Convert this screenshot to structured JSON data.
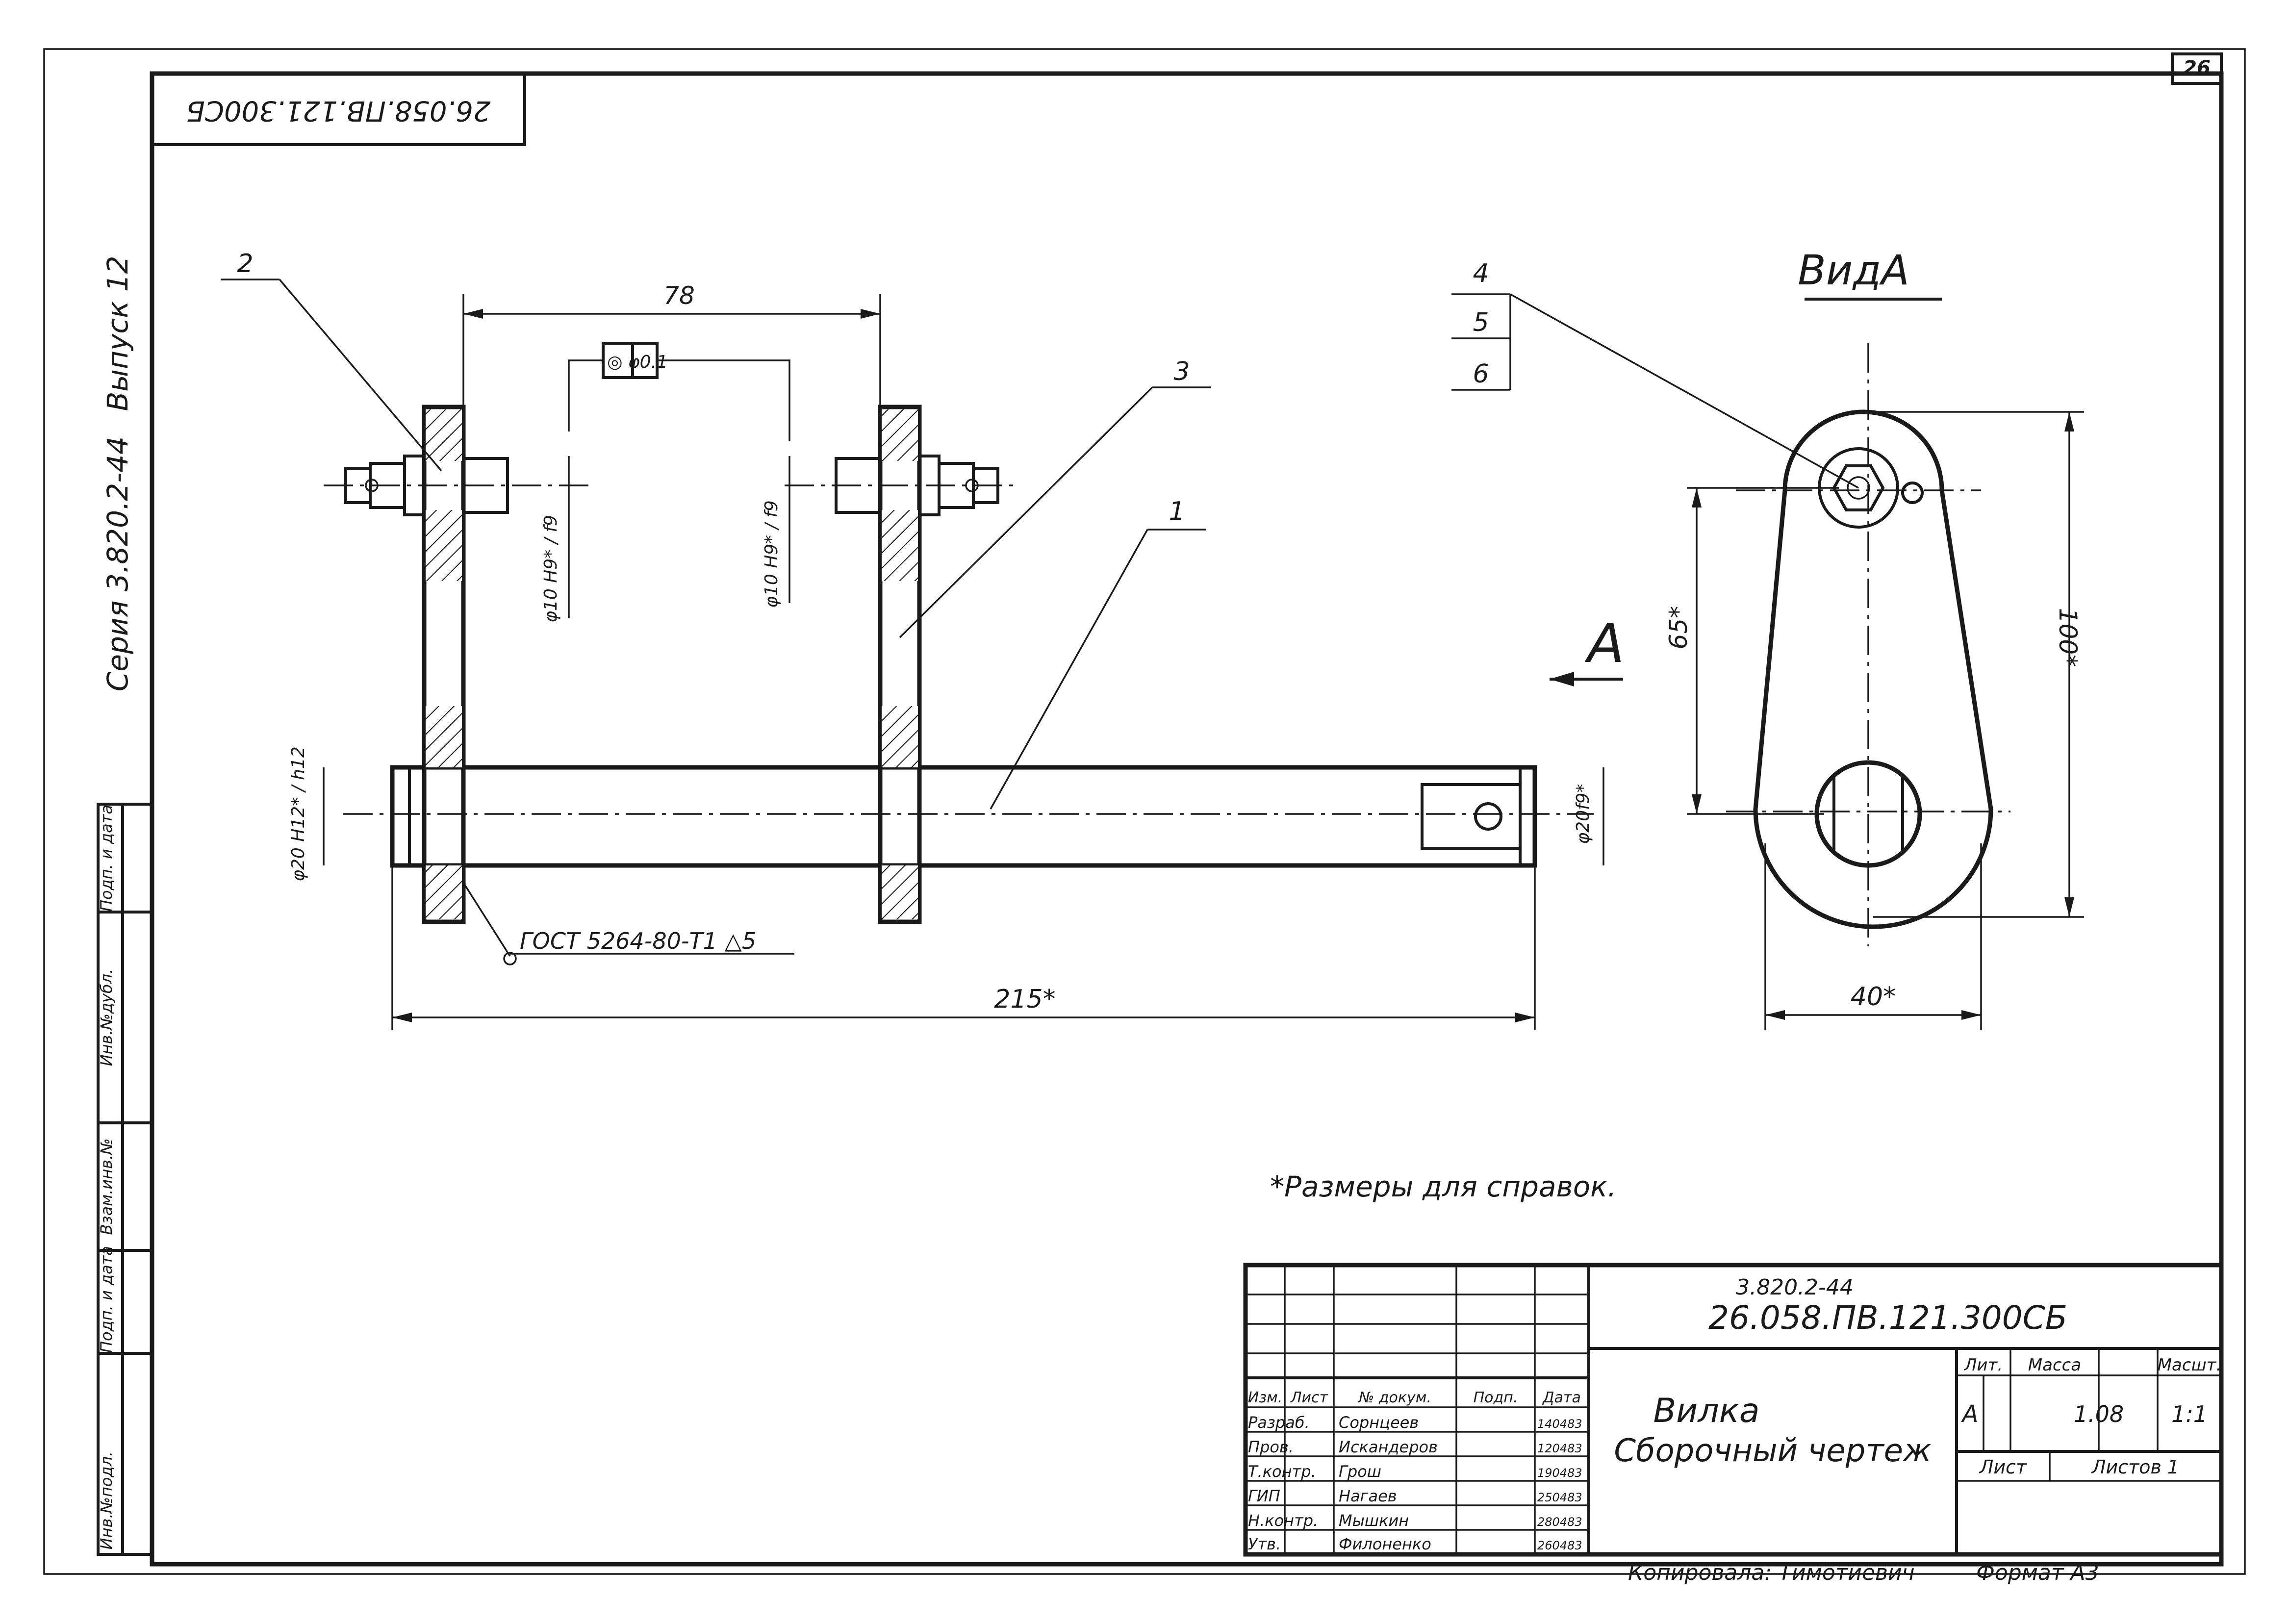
{
  "sheet": {
    "page_number": "26",
    "stamp_code_rotated": "26.058.ПВ.121.300СБ",
    "series": "Серия 3.820.2-44",
    "issue": "Выпуск 12",
    "side_cells": [
      "Инв.№подл.",
      "Подп. и дата",
      "Взам.инв.№",
      "Инв.№дубл.",
      "Подп. и дата"
    ]
  },
  "drawing": {
    "callouts": [
      "2",
      "3",
      "1",
      "4",
      "5",
      "6"
    ],
    "dim_78": "78",
    "tolerance_frame": "◎ φ0.1",
    "fit_left": "φ10 H9* / f9",
    "fit_right": "φ10 H9* / f9",
    "fit_shaft_left": "φ20 H12* / h12",
    "fit_shaft_right": "φ20f9*",
    "weld_note": "ГОСТ 5264-80-Т1 △5",
    "dim_215": "215*",
    "view_label": "ВидА",
    "arrow_label": "А",
    "dim_65": "65*",
    "dim_100": "100*",
    "dim_40": "40*",
    "note": "*Размеры для справок."
  },
  "title_block": {
    "project_code": "3.820.2-44",
    "doc_code": "26.058.ПВ.121.300СБ",
    "name_line1": "Вилка",
    "name_line2": "Сборочный чертеж",
    "headers": [
      "Изм.",
      "Лист",
      "№ докум.",
      "Подп.",
      "Дата"
    ],
    "rows": [
      {
        "role": "Разраб.",
        "name": "Сорнцеев",
        "date": "140483"
      },
      {
        "role": "Пров.",
        "name": "Искандеров",
        "date": "120483"
      },
      {
        "role": "Т.контр.",
        "name": "Грош",
        "date": "190483"
      },
      {
        "role": "ГИП",
        "name": "Нагаев",
        "date": "250483"
      },
      {
        "role": "Н.контр.",
        "name": "Мышкин",
        "date": "280483"
      },
      {
        "role": "Утв.",
        "name": "Филоненко",
        "date": "260483"
      }
    ],
    "lit_label": "Лит.",
    "mass_label": "Масса",
    "scale_label": "Масшт.",
    "lit": "А",
    "mass": "1.08",
    "scale": "1:1",
    "sheet_label": "Лист",
    "sheets_label": "Листов 1"
  },
  "footer": {
    "copied": "Копировала: Тимотиевич",
    "format": "Формат А3"
  }
}
